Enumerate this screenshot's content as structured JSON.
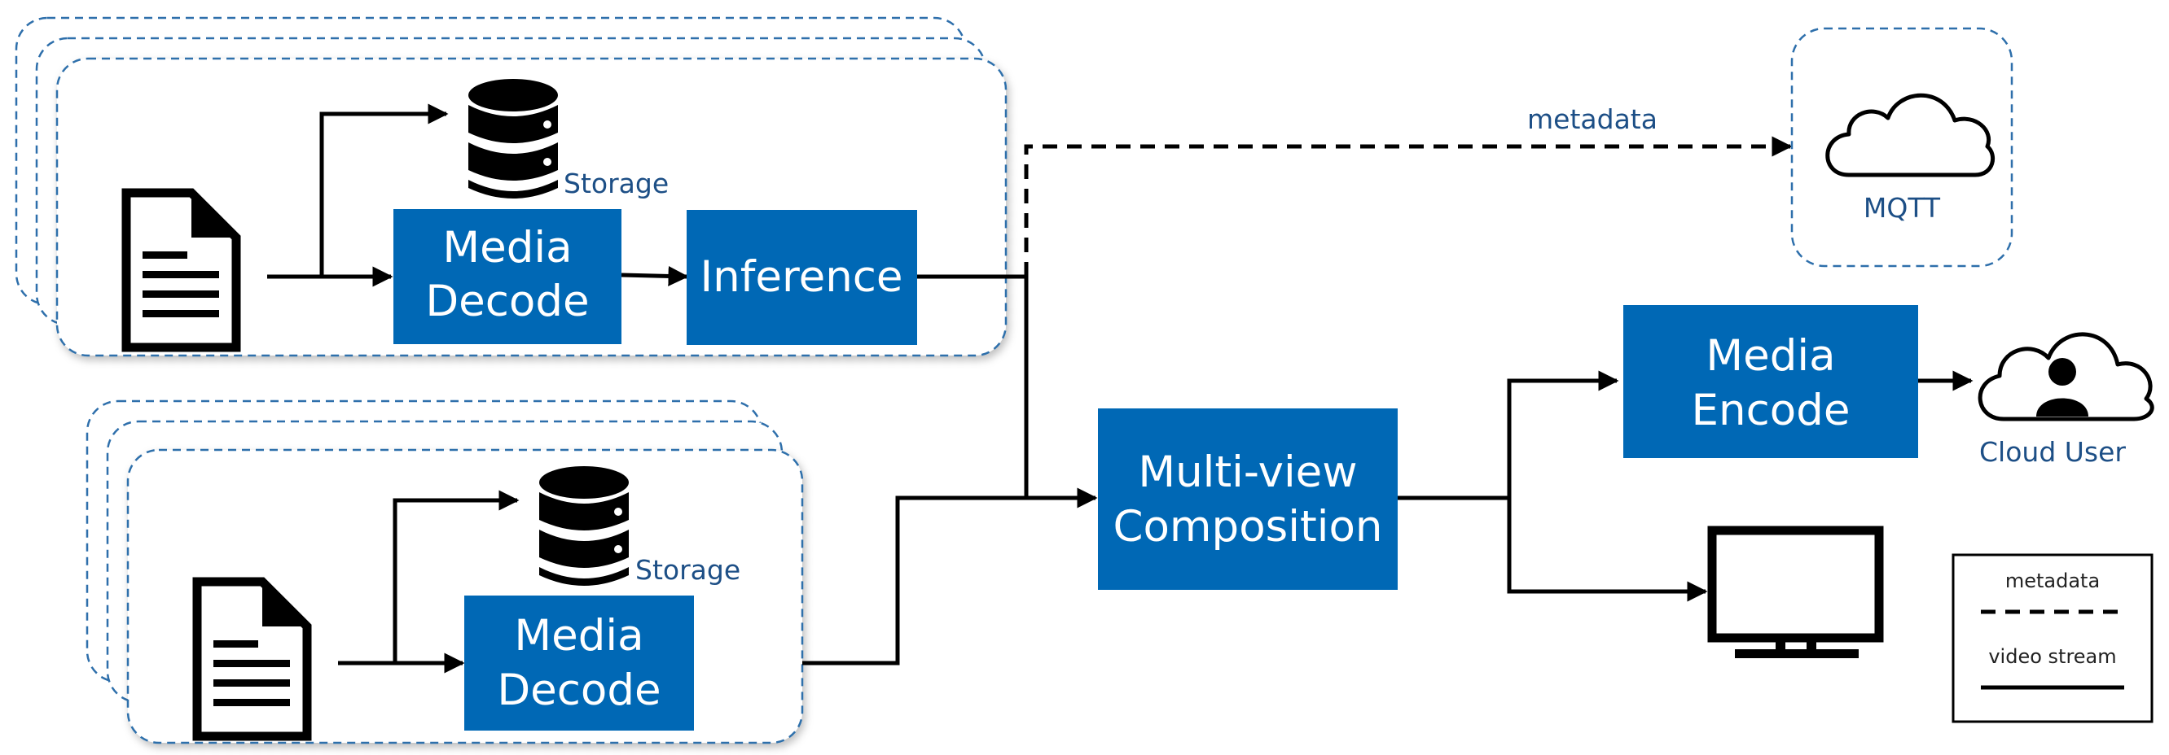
{
  "pipeline_top": {
    "storage_label": "Storage",
    "decode_line1": "Media",
    "decode_line2": "Decode",
    "inference_label": "Inference"
  },
  "pipeline_bottom": {
    "storage_label": "Storage",
    "decode_line1": "Media",
    "decode_line2": "Decode"
  },
  "composition": {
    "line1": "Multi-view",
    "line2": "Composition"
  },
  "encode": {
    "line1": "Media",
    "line2": "Encode"
  },
  "metadata_label": "metadata",
  "mqtt_label": "MQTT",
  "cloud_user_label": "Cloud User",
  "legend": {
    "metadata": "metadata",
    "video_stream": "video stream"
  },
  "colors": {
    "box_blue": "#0068b5",
    "dashed_blue": "#2e6fab",
    "label_blue": "#1d4f86"
  },
  "icons": [
    "document-icon",
    "database-icon",
    "cloud-icon",
    "cloud-user-icon",
    "monitor-icon"
  ]
}
